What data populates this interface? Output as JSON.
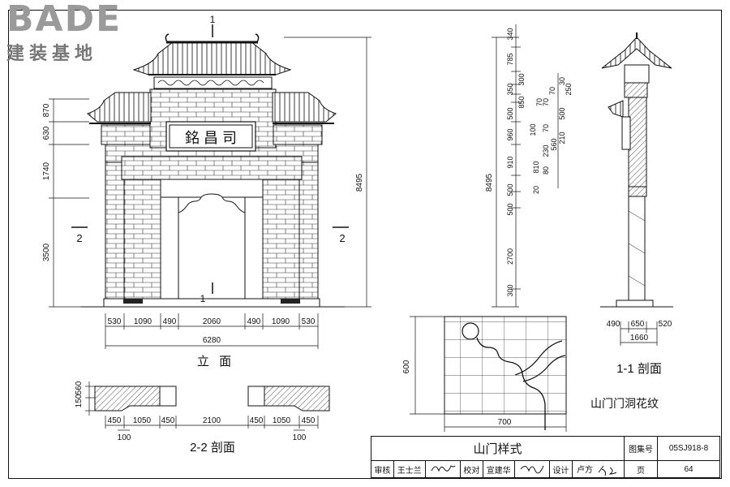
{
  "logo": {
    "wordmark": "BADE",
    "cn": "建装基地"
  },
  "titles": {
    "elevation": "立  面",
    "section_2": "2-2  剖面",
    "section_1": "1-1  剖面",
    "pattern": "山门门洞花纹"
  },
  "signboard": "銘 昌 司",
  "section_marks": {
    "top": "1",
    "bottom": "1",
    "left": "2",
    "right": "2"
  },
  "elevation_dims": {
    "bottom": [
      "530",
      "1090",
      "490",
      "2060",
      "490",
      "1090",
      "530"
    ],
    "total": "6280",
    "left": [
      "870",
      "630",
      "1740",
      "3500"
    ],
    "right_total": "8495"
  },
  "middle_dims": {
    "total": "8495",
    "vertical": [
      "340",
      "785",
      "350",
      "300",
      "850",
      "500",
      "960",
      "910",
      "500",
      "500",
      "2700",
      "300"
    ],
    "detail_col": [
      "30",
      "70",
      "70",
      "70",
      "100",
      "70",
      "500",
      "230",
      "810",
      "80",
      "20",
      "560",
      "210",
      "250"
    ]
  },
  "section1_dims": {
    "bottom": [
      "490",
      "650",
      "520"
    ],
    "total": "1660"
  },
  "pattern_dims": {
    "height": "600",
    "width": "700"
  },
  "section2_dims": {
    "left": [
      "150",
      "560"
    ],
    "bottom": [
      "450",
      "1050",
      "450",
      "2100",
      "450",
      "1050",
      "450"
    ],
    "small": [
      "100",
      "100"
    ]
  },
  "title_block": {
    "drawing_title": "山门样式",
    "atlas_label": "图集号",
    "atlas_no": "05SJ918-8",
    "review_label": "审核",
    "review_name": "王士兰",
    "check_label": "校对",
    "check_name": "宣建华",
    "design_label": "设计",
    "design_name": "卢方",
    "page_label": "页",
    "page_no": "64"
  }
}
